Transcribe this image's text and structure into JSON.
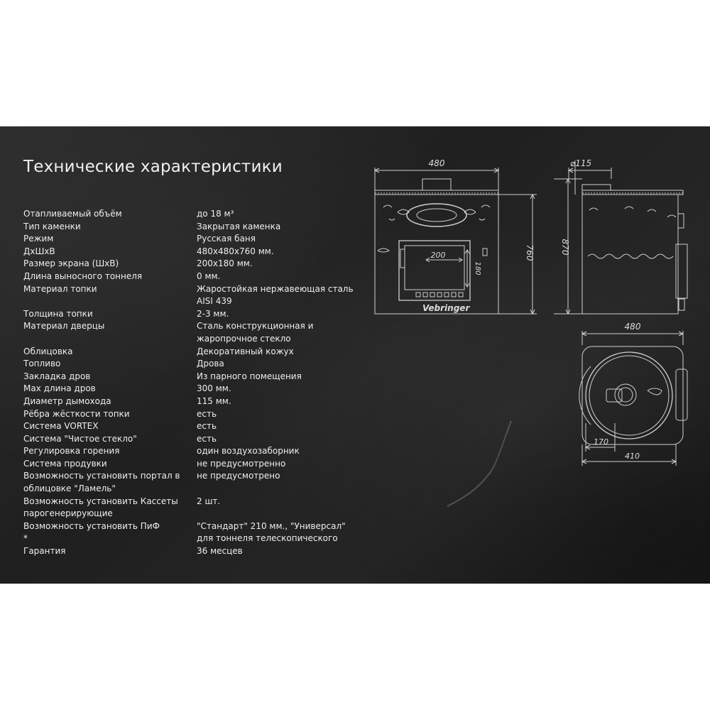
{
  "title": "Технические характеристики",
  "specs": [
    {
      "label": "Отапливаемый объём",
      "value": "до 18 м³"
    },
    {
      "label": "Тип каменки",
      "value": "Закрытая каменка"
    },
    {
      "label": "Режим",
      "value": "Русская баня"
    },
    {
      "label": "ДхШхВ",
      "value": "480х480х760 мм."
    },
    {
      "label": "Размер экрана (ШхВ)",
      "value": "200х180 мм."
    },
    {
      "label": "Длина выносного тоннеля",
      "value": "0 мм."
    },
    {
      "label": "Материал топки",
      "value": "Жаростойкая нержавеющая сталь\nAISI 439"
    },
    {
      "label": "Толщина топки",
      "value": "2-3 мм."
    },
    {
      "label": "Материал дверцы",
      "value": "Сталь конструкционная и\nжаропрочное стекло"
    },
    {
      "label": "Облицовка",
      "value": "Декоративный кожух"
    },
    {
      "label": "Топливо",
      "value": "Дрова"
    },
    {
      "label": "Закладка дров",
      "value": "Из парного помещения"
    },
    {
      "label": "Max длина дров",
      "value": "300 мм."
    },
    {
      "label": "Диаметр дымохода",
      "value": "115 мм."
    },
    {
      "label": "Рёбра жёсткости топки",
      "value": "есть"
    },
    {
      "label": "Система VORTEX",
      "value": "есть"
    },
    {
      "label": "Система \"Чистое стекло\"",
      "value": "есть"
    },
    {
      "label": "Регулировка горения",
      "value": "один воздухозаборник"
    },
    {
      "label": "Система продувки",
      "value": "не предусмотренно"
    },
    {
      "label": "Возможность установить портал в\nоблицовке \"Ламель\"",
      "value": "не предусмотрено"
    },
    {
      "label": "Возможность установить Кассеты\nпарогенерирующие",
      "value": "2 шт."
    },
    {
      "label": "Возможность установить ПиФ\n*",
      "value": "\"Стандарт\" 210 мм., \"Универсал\"\nдля тоннеля телескопического"
    },
    {
      "label": "Гарантия",
      "value": "36 месцев"
    }
  ],
  "drawing": {
    "front_width": "480",
    "door_width": "200",
    "door_height": "180",
    "front_height": "760",
    "flue_diameter": "⌀115",
    "side_height": "870",
    "top_width": "480",
    "top_offset": "170",
    "top_depth": "410",
    "brand": "Vebringer"
  },
  "colors": {
    "background": "#242424",
    "text": "#eeeeee",
    "line": "#cfcfcf"
  }
}
